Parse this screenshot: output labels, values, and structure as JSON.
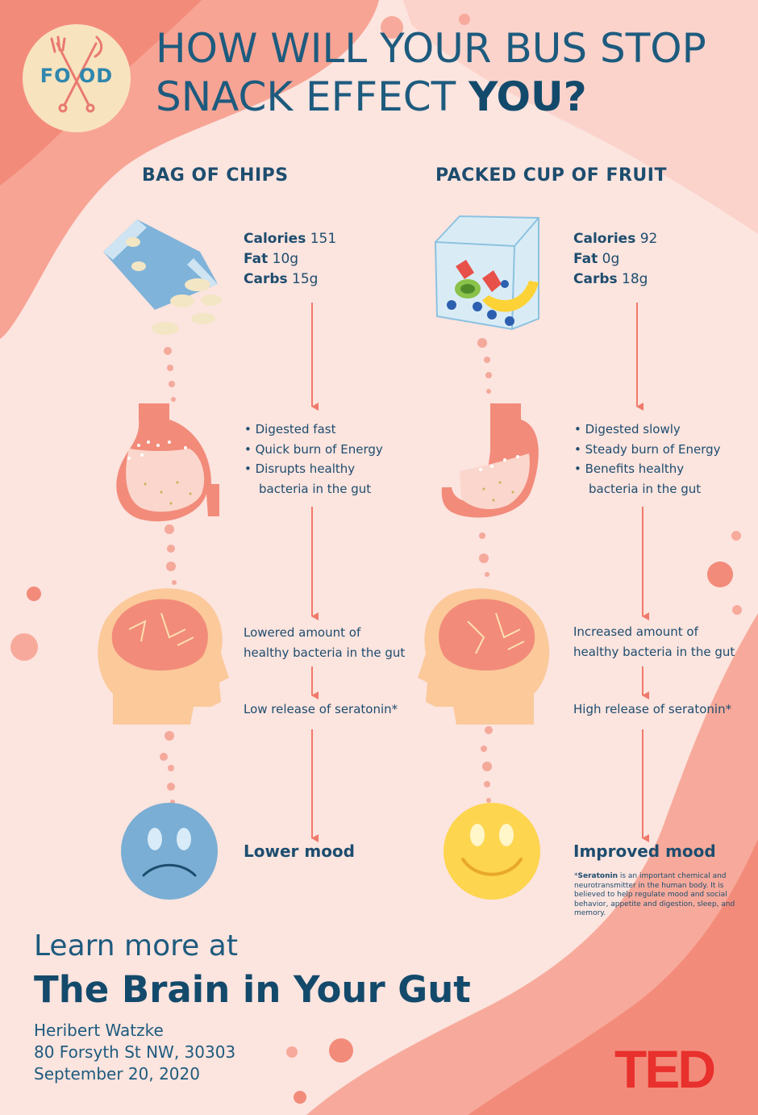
{
  "logo": {
    "text": "FO OD",
    "icon": "fork-knife-icon"
  },
  "title": {
    "line1": "HOW WILL YOUR BUS STOP",
    "line2_prefix": "SNACK EFFECT ",
    "line2_bold": "YOU?"
  },
  "columns": [
    {
      "heading": "BAG OF CHIPS",
      "snack_icon": "chips-bag-icon",
      "calories_label": "Calories",
      "calories_value": "151",
      "fat_label": "Fat",
      "fat_value": "10g",
      "carbs_label": "Carbs",
      "carbs_value": "15g",
      "digestion": [
        "• Digested fast",
        "• Quick burn of Energy",
        "• Disrupts healthy",
        "bacteria in the gut"
      ],
      "brain_text_1": "Lowered amount of",
      "brain_text_2": "healthy bacteria in the gut",
      "seratonin": "Low release of seratonin*",
      "mood": "Lower mood",
      "face_icon": "sad-face-icon"
    },
    {
      "heading": "PACKED CUP OF FRUIT",
      "snack_icon": "fruit-cup-icon",
      "calories_label": "Calories",
      "calories_value": "92",
      "fat_label": "Fat",
      "fat_value": "0g",
      "carbs_label": "Carbs",
      "carbs_value": "18g",
      "digestion": [
        "• Digested slowly",
        "•  Steady burn of Energy",
        "• Benefits healthy",
        "bacteria in the gut"
      ],
      "brain_text_1": "Increased amount of",
      "brain_text_2": "healthy bacteria in the gut",
      "seratonin": "High release of seratonin*",
      "mood": "Improved mood",
      "face_icon": "happy-face-icon"
    }
  ],
  "footnote": {
    "star": "*",
    "bold": "Seratonin",
    "text": " is an important chemical and neurotransmitter in the human body. It is believed to help regulate mood and social behavior, appetite and digestion, sleep, and memory."
  },
  "footer": {
    "learn": "Learn more at",
    "brand": "The Brain in Your Gut",
    "name": "Heribert Watzke",
    "address": "80 Forsyth St NW, 30303",
    "date": "September 20, 2020"
  },
  "ted_logo": "TED",
  "colors": {
    "background": "#fce4df",
    "coral": "#f28b7a",
    "text": "#1d4d6e",
    "ted_red": "#e8302c",
    "sad_face": "#7aaed4",
    "happy_face": "#fdd54f"
  }
}
